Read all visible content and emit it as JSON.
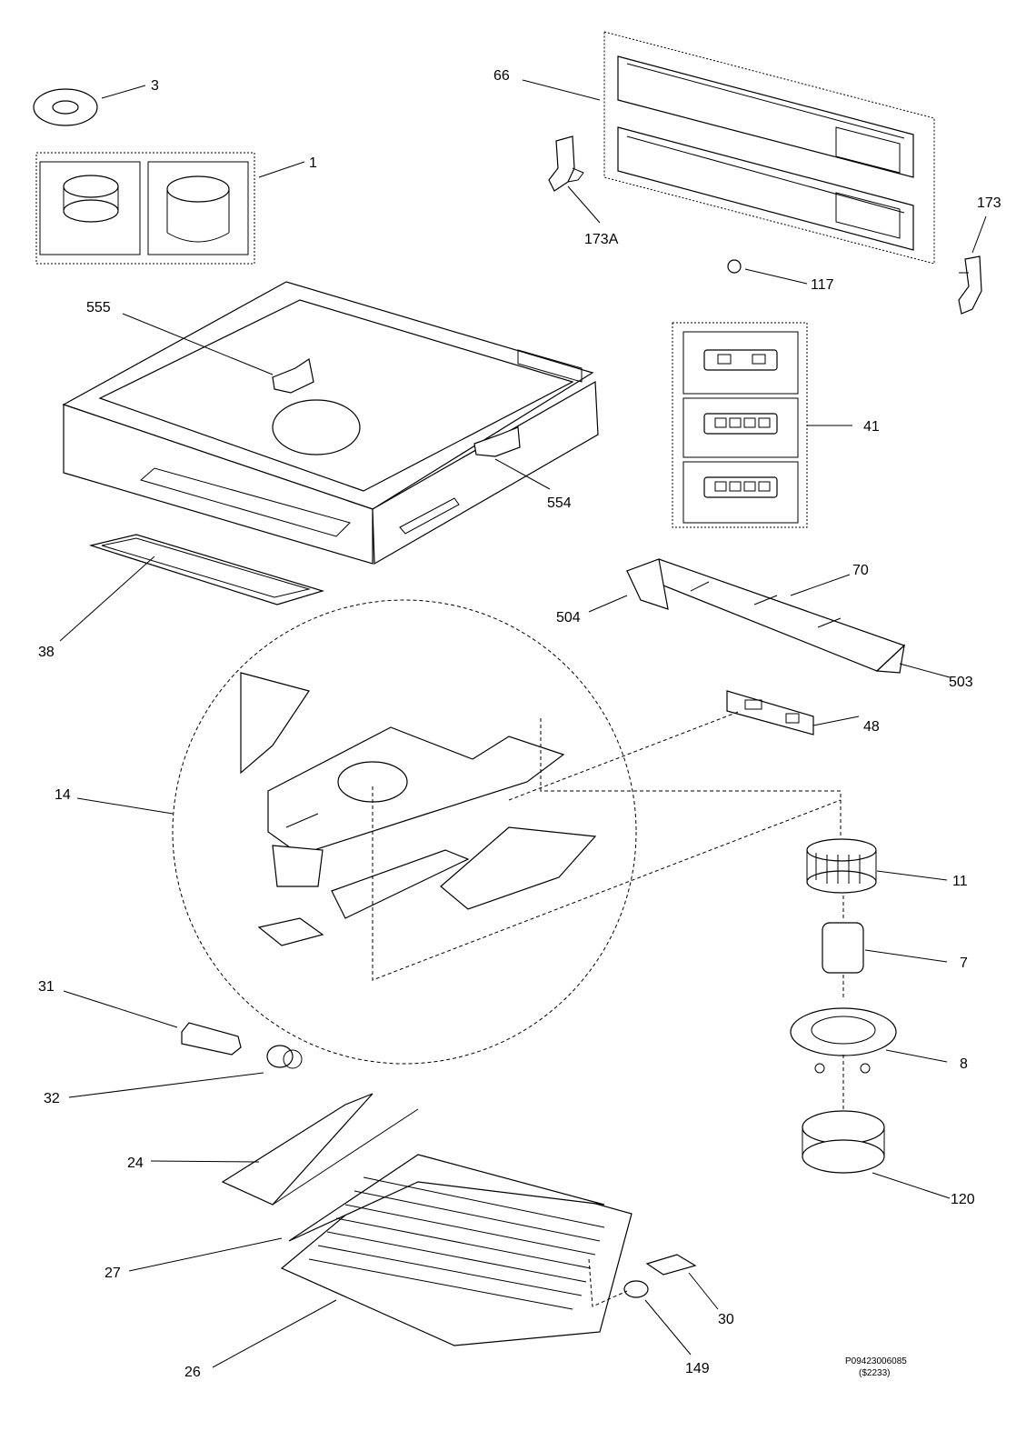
{
  "diagram": {
    "labels": {
      "p3": "3",
      "p1": "1",
      "p66": "66",
      "p173a": "173A",
      "p173": "173",
      "p117": "117",
      "p555": "555",
      "p554": "554",
      "p41": "41",
      "p38": "38",
      "p70": "70",
      "p504": "504",
      "p503": "503",
      "p48": "48",
      "p14": "14",
      "p11": "11",
      "p7": "7",
      "p8": "8",
      "p31": "31",
      "p32": "32",
      "p24": "24",
      "p120": "120",
      "p27": "27",
      "p30": "30",
      "p26": "26",
      "p149": "149"
    },
    "drawing_code": "P09423006085",
    "drawing_code_sub": "($2233)"
  }
}
